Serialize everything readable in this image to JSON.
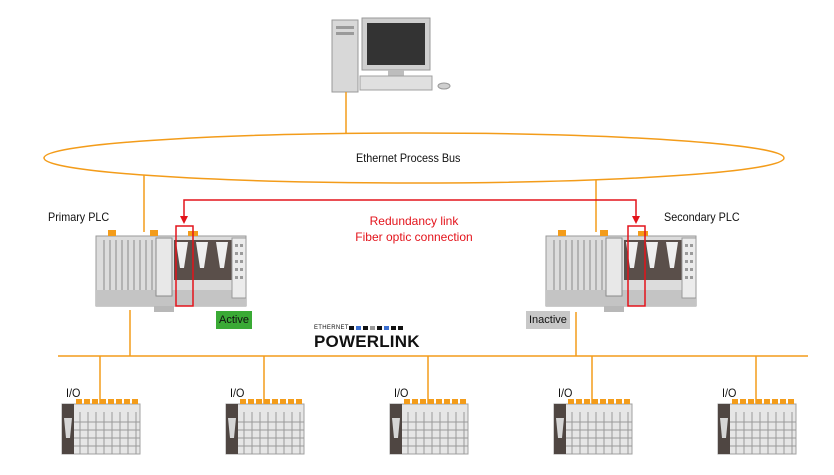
{
  "labels": {
    "bus": "Ethernet Process Bus",
    "primary": "Primary PLC",
    "secondary": "Secondary PLC",
    "redundancy_line1": "Redundancy link",
    "redundancy_line2": "Fiber optic connection",
    "active": "Active",
    "inactive": "Inactive",
    "powerlink_top": "ETHERNET",
    "powerlink_main": "POWERLINK",
    "io": [
      "I/O",
      "I/O",
      "I/O",
      "I/O",
      "I/O"
    ]
  },
  "colors": {
    "bus_line": "#f39c1a",
    "redundancy": "#e3131b",
    "active": "#3aaa35",
    "inactive": "#c8c8c8",
    "device_body": "#d9d9d9",
    "device_dark": "#5a4f4a"
  },
  "icons": {
    "workstation": "computer-workstation-icon",
    "plc": "plc-controller-icon",
    "io": "io-module-icon"
  }
}
